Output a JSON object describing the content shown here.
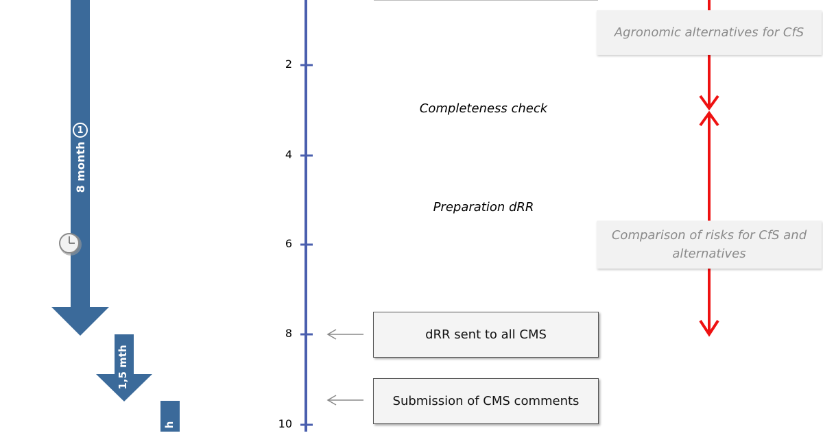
{
  "timeline": {
    "ticks": [
      {
        "label": "2"
      },
      {
        "label": "4"
      },
      {
        "label": "6"
      },
      {
        "label": "8"
      },
      {
        "label": "10"
      }
    ]
  },
  "phases": {
    "completeness": "Completeness check",
    "preparation": "Preparation dRR"
  },
  "boxes": {
    "drr_sent": "dRR sent to all CMS",
    "submission": "Submission of CMS comments"
  },
  "side": {
    "agronomic": "Agronomic alternatives for CfS",
    "comparison": "Comparison of risks for CfS and alternatives"
  },
  "durations": {
    "main": "8 month",
    "main_marker": "1",
    "second": "1,5 mth",
    "third": "h"
  },
  "colors": {
    "timeline": "#4a5fae",
    "duration_arrow": "#3b6a9a",
    "risk_arrow": "#ee1111"
  }
}
